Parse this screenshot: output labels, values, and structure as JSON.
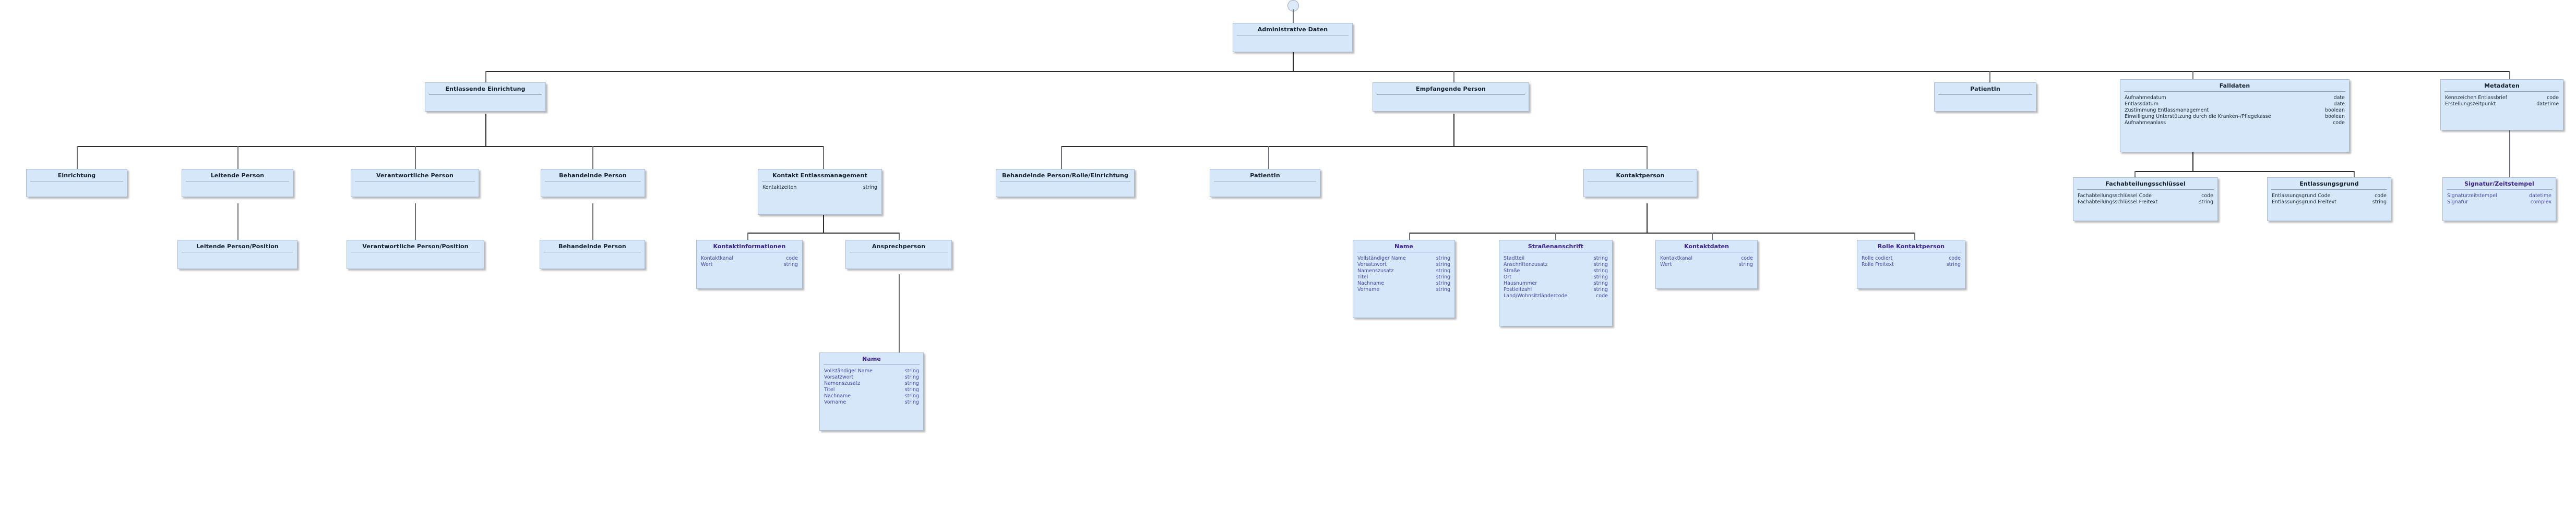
{
  "diagram": {
    "title": "Administrative Daten",
    "type": "uml-class-hierarchy",
    "language": "de",
    "colors": {
      "node_fill": "#d7e7fa",
      "node_border": "#a8bdd4",
      "title_text": "#14202e",
      "attr_text": "#1d2a3a",
      "purple_title_text": "#3b1f8f",
      "purple_attr_text": "#4a46b0",
      "edge": "#2b2b2b",
      "background": "#ffffff"
    }
  },
  "nodes": {
    "administrative_daten": {
      "title": "Administrative Daten",
      "attrs": []
    },
    "entlassende_einrichtung": {
      "title": "Entlassende Einrichtung",
      "attrs": []
    },
    "empfangende_person": {
      "title": "Empfangende Person",
      "attrs": []
    },
    "patientin_l2": {
      "title": "PatientIn",
      "attrs": []
    },
    "falldaten": {
      "title": "Falldaten",
      "attrs": [
        {
          "name": "Aufnahmedatum",
          "type": "date"
        },
        {
          "name": "Entlassdatum",
          "type": "date"
        },
        {
          "name": "Zustimmung Entlassmanagement",
          "type": "boolean"
        },
        {
          "name": "Einwilligung Unterstützung durch die Kranken-/Pflegekasse",
          "type": "boolean"
        },
        {
          "name": "Aufnahmeanlass",
          "type": "code"
        }
      ]
    },
    "metadaten": {
      "title": "Metadaten",
      "attrs": [
        {
          "name": "Kennzeichen Entlassbrief",
          "type": "code"
        },
        {
          "name": "Erstellungszeitpunkt",
          "type": "datetime"
        }
      ]
    },
    "einrichtung": {
      "title": "Einrichtung",
      "attrs": []
    },
    "leitende_person": {
      "title": "Leitende Person",
      "attrs": []
    },
    "verantwortliche_person": {
      "title": "Verantwortliche Person",
      "attrs": []
    },
    "behandelnde_person_l3": {
      "title": "Behandelnde Person",
      "attrs": []
    },
    "kontakt_entlassmanagement": {
      "title": "Kontakt Entlassmanagement",
      "attrs": [
        {
          "name": "Kontaktzeiten",
          "type": "string"
        }
      ]
    },
    "behandelnde_person_rolle_einrichtung": {
      "title": "Behandelnde Person/Rolle/Einrichtung",
      "attrs": []
    },
    "patientin_l3": {
      "title": "PatientIn",
      "attrs": []
    },
    "kontaktperson": {
      "title": "Kontaktperson",
      "attrs": []
    },
    "fachabteilungsschluessel": {
      "title": "Fachabteilungsschlüssel",
      "attrs": [
        {
          "name": "Fachabteilungsschlüssel Code",
          "type": "code"
        },
        {
          "name": "Fachabteilungsschlüssel Freitext",
          "type": "string"
        }
      ]
    },
    "entlassungsgrund": {
      "title": "Entlassungsgrund",
      "attrs": [
        {
          "name": "Entlassungsgrund Code",
          "type": "code"
        },
        {
          "name": "Entlassungsgrund Freitext",
          "type": "string"
        }
      ]
    },
    "signatur_zeitstempel": {
      "title": "Signatur/Zeitstempel",
      "attrs": [
        {
          "name": "Signaturzeitstempel",
          "type": "datetime"
        },
        {
          "name": "Signatur",
          "type": "complex"
        }
      ]
    },
    "leitende_person_position": {
      "title": "Leitende Person/Position",
      "attrs": []
    },
    "verantwortliche_person_position": {
      "title": "Verantwortliche Person/Position",
      "attrs": []
    },
    "behandelnde_person_l4": {
      "title": "Behandelnde Person",
      "attrs": []
    },
    "kontaktinformationen": {
      "title": "Kontaktinformationen",
      "attrs": [
        {
          "name": "Kontaktkanal",
          "type": "code"
        },
        {
          "name": "Wert",
          "type": "string"
        }
      ]
    },
    "ansprechperson": {
      "title": "Ansprechperson",
      "attrs": []
    },
    "name_kontaktperson": {
      "title": "Name",
      "attrs": [
        {
          "name": "Vollständiger Name",
          "type": "string"
        },
        {
          "name": "Vorsatzwort",
          "type": "string"
        },
        {
          "name": "Namenszusatz",
          "type": "string"
        },
        {
          "name": "Titel",
          "type": "string"
        },
        {
          "name": "Nachname",
          "type": "string"
        },
        {
          "name": "Vorname",
          "type": "string"
        }
      ]
    },
    "strassenanschrift": {
      "title": "Straßenanschrift",
      "attrs": [
        {
          "name": "Stadtteil",
          "type": "string"
        },
        {
          "name": "Anschriftenzusatz",
          "type": "string"
        },
        {
          "name": "Straße",
          "type": "string"
        },
        {
          "name": "Ort",
          "type": "string"
        },
        {
          "name": "Hausnummer",
          "type": "string"
        },
        {
          "name": "Postleitzahl",
          "type": "string"
        },
        {
          "name": "Land/Wohnsitzländercode",
          "type": "code"
        }
      ]
    },
    "kontaktdaten": {
      "title": "Kontaktdaten",
      "attrs": [
        {
          "name": "Kontaktkanal",
          "type": "code"
        },
        {
          "name": "Wert",
          "type": "string"
        }
      ]
    },
    "rolle_kontaktperson": {
      "title": "Rolle Kontaktperson",
      "attrs": [
        {
          "name": "Rolle codiert",
          "type": "code"
        },
        {
          "name": "Rolle Freitext",
          "type": "string"
        }
      ]
    },
    "name_ansprechperson": {
      "title": "Name",
      "attrs": [
        {
          "name": "Vollständiger Name",
          "type": "string"
        },
        {
          "name": "Vorsatzwort",
          "type": "string"
        },
        {
          "name": "Namenszusatz",
          "type": "string"
        },
        {
          "name": "Titel",
          "type": "string"
        },
        {
          "name": "Nachname",
          "type": "string"
        },
        {
          "name": "Vorname",
          "type": "string"
        }
      ]
    }
  }
}
